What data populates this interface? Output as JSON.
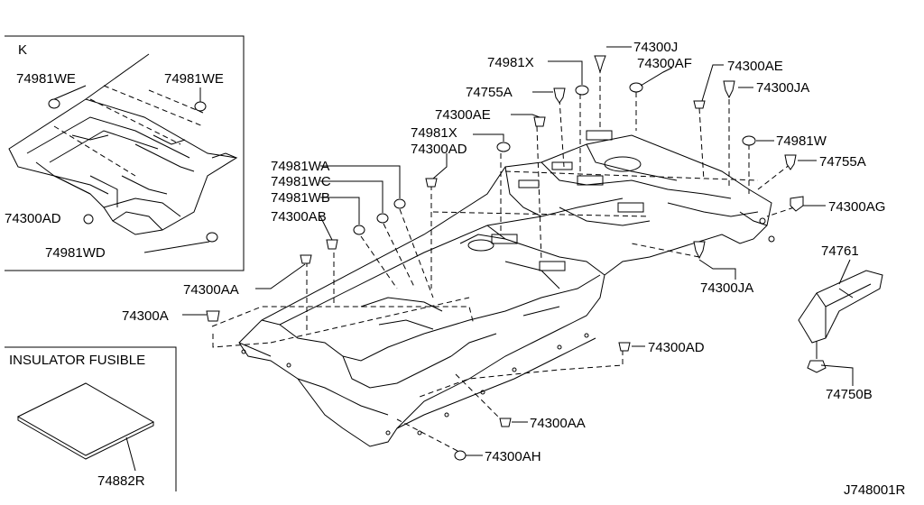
{
  "inset_k": {
    "letter": "K"
  },
  "inset_insulator": {
    "title": "INSULATOR FUSIBLE",
    "part": "74882R"
  },
  "ref_code": "J748001R",
  "callouts": {
    "k_74981WE_left": "74981WE",
    "k_74981WE_right": "74981WE",
    "k_74300AD": "74300AD",
    "k_74981WD": "74981WD",
    "c_74981X_top": "74981X",
    "c_74300J": "74300J",
    "c_74300AF": "74300AF",
    "c_74300AE_right": "74300AE",
    "c_74755A_top": "74755A",
    "c_74300JA_top": "74300JA",
    "c_74300AE_mid": "74300AE",
    "c_74981X_mid": "74981X",
    "c_74300AD_mid": "74300AD",
    "c_74981W": "74981W",
    "c_74755A_right": "74755A",
    "c_74981WA": "74981WA",
    "c_74981WC": "74981WC",
    "c_74981WB": "74981WB",
    "c_74300AB": "74300AB",
    "c_74300AG": "74300AG",
    "c_74761": "74761",
    "c_74300JA_low": "74300JA",
    "c_74300AA_left": "74300AA",
    "c_74300A": "74300A",
    "c_74300AD_low": "74300AD",
    "c_74750B": "74750B",
    "c_74300AA_low": "74300AA",
    "c_74300AH": "74300AH"
  }
}
